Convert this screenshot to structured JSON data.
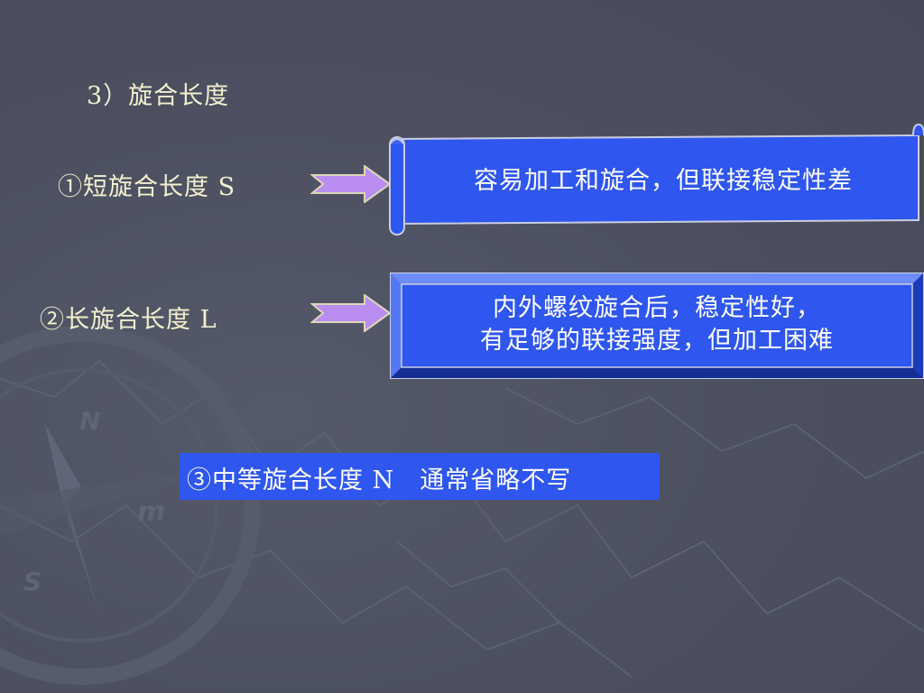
{
  "slide": {
    "title": "3）旋合长度",
    "items": [
      {
        "label": "①短旋合长度  S",
        "description": "容易加工和旋合，但联接稳定性差"
      },
      {
        "label": "②长旋合长度  L",
        "description_lines": [
          "内外螺纹旋合后，稳定性好，",
          "有足够的联接强度，但加工困难"
        ]
      }
    ],
    "note": "③中等旋合长度 N　通常省略不写",
    "compass_letters": [
      "N",
      "m",
      "S"
    ]
  },
  "colors": {
    "background": "#4a4e5e",
    "text": "#f3f0cf",
    "box_blue": "#2f56ee",
    "arrow_fill": "#b98ef0"
  },
  "icons": {
    "arrow": "block-arrow-right-icon",
    "scroll": "scroll-banner",
    "background": "compass-rose-icon"
  }
}
